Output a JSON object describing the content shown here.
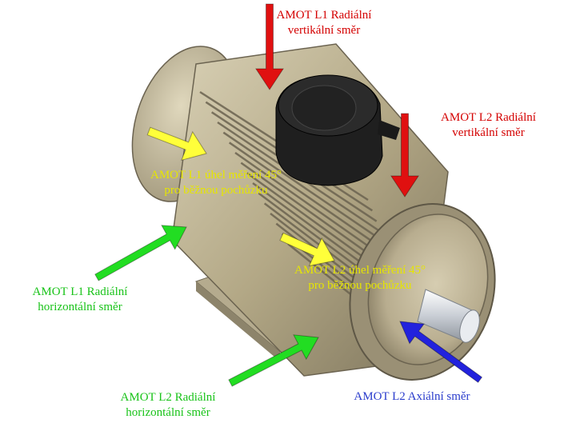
{
  "colors": {
    "red": "#e01010",
    "yellow": "#ffff3a",
    "green": "#22dd22",
    "blue": "#2222dd",
    "motor_body": "#b8ad8f",
    "motor_shadow": "#6b6350",
    "terminal_box": "#1a1a1a",
    "shaft": "#dfe3e8"
  },
  "subject": "electric-motor",
  "labels": {
    "l1_vertical": {
      "line1": "AMOT L1 Radiální",
      "line2": "vertikální směr",
      "arrow_color": "red"
    },
    "l2_vertical": {
      "line1": "AMOT L2 Radiální",
      "line2": "vertikální směr",
      "arrow_color": "red"
    },
    "l1_angle": {
      "line1": "AMOT L1 úhel měření 45°",
      "line2": "pro běžnou pochůzku",
      "arrow_color": "yellow"
    },
    "l2_angle": {
      "line1": "AMOT L2 úhel měření 45°",
      "line2": "pro běžnou pochůzku",
      "arrow_color": "yellow"
    },
    "l1_horizontal": {
      "line1": "AMOT L1 Radiální",
      "line2": "horizontální směr",
      "arrow_color": "green"
    },
    "l2_horizontal": {
      "line1": "AMOT L2 Radiální",
      "line2": "horizontální směr",
      "arrow_color": "green"
    },
    "l2_axial": {
      "line1": "AMOT L2 Axiální směr",
      "arrow_color": "blue"
    }
  }
}
